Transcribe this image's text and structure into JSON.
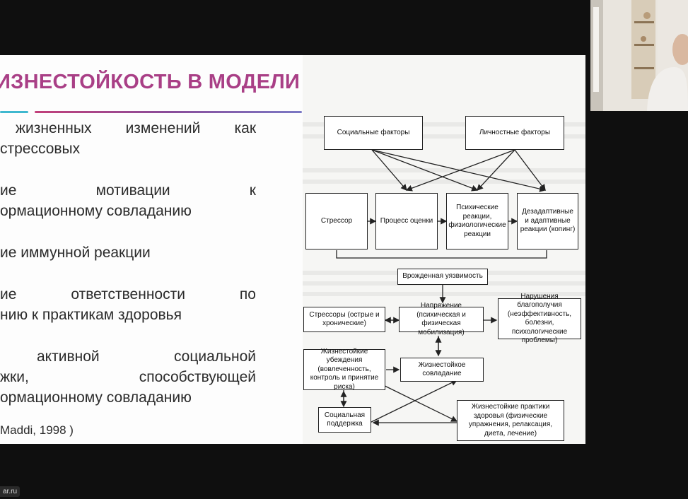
{
  "slide": {
    "title": "ИЗНЕСТОЙКОСТЬ В МОДЕЛИ СТРЕССА",
    "b1a": [
      "жизненных",
      "изменений",
      "как"
    ],
    "b1b": "стрессовых",
    "b2a": [
      "ие",
      "мотивации",
      "к"
    ],
    "b2b": "ормационному совладанию",
    "b3": "ие иммунной реакции",
    "b4a": [
      "ие",
      "ответственности",
      "по"
    ],
    "b4b": "нию к практикам здоровья",
    "b5a": [
      "активной",
      "социальной"
    ],
    "b5b": [
      "жки,",
      "способствующей"
    ],
    "b5c": "ормационному совладанию",
    "citation": "Maddi, 1998 )"
  },
  "diagram": {
    "social": "Социальные факторы",
    "personal": "Личностные факторы",
    "stressor": "Стрессор",
    "appraisal": "Процесс оценки",
    "psych": "Психические реакции, физиологические реакции",
    "coping": "Дезадаптивные и адаптивные реакции (копинг)",
    "vuln": "Врожденная уязвимость",
    "stressors": "Стрессоры (острые и хронические)",
    "strain": "Напряжение (психическая и физическая мобилизация)",
    "wellbeing": "Нарушения благополучия (неэффективность, болезни, психологические проблемы)",
    "beliefs": "Жизнестойкие убеждения (вовлеченность, контроль и принятие риска)",
    "hardy_coping": "Жизнестойкое совладание",
    "support": "Социальная поддержка",
    "practices": "Жизнестойкие практики здоровья (физические упражнения, релаксация, диета, лечение)"
  },
  "watermark": "ar.ru"
}
